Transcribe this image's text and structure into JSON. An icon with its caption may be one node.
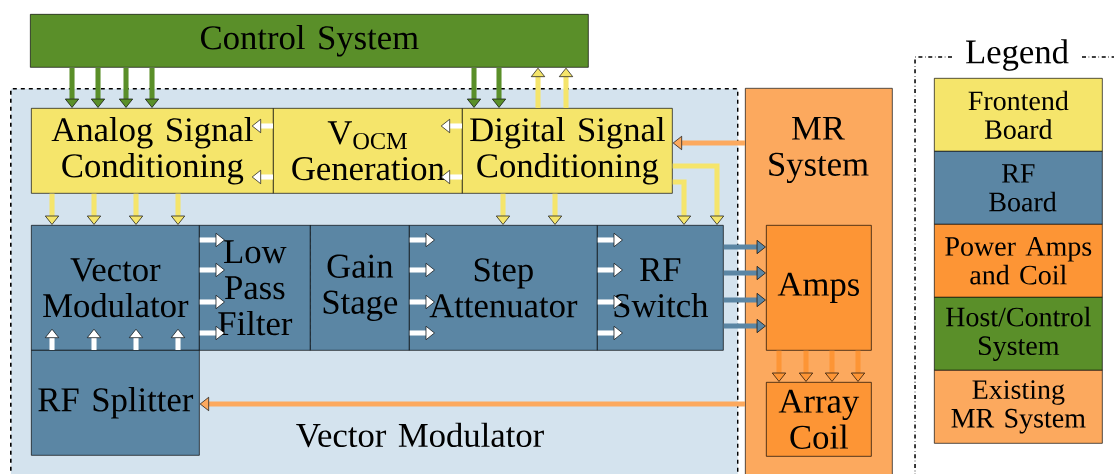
{
  "diagram": {
    "nodes": [
      {
        "text": [
          "Control System"
        ]
      },
      {
        "text": [
          "Vector Modulator"
        ]
      },
      {
        "text": [
          "Analog Signal Conditioning"
        ],
        "in": 1
      },
      {
        "text": [
          "V$_{OCM}$ Generation"
        ],
        "in": 1
      },
      {
        "text": [
          "Digital Signal Conditioning"
        ],
        "in": 1
      },
      {
        "text": [
          "Vector Modulator"
        ],
        "in": 1
      },
      {
        "text": [
          "Low Pass Filter"
        ],
        "in": 1
      },
      {
        "text": [
          "Gain Stage"
        ],
        "in": 1
      },
      {
        "text": [
          "Step Attenuator"
        ],
        "in": 1
      },
      {
        "text": [
          "RF Switch"
        ],
        "in": 1
      },
      {
        "text": [
          "RF Splitter"
        ],
        "in": 1
      },
      {
        "text": [
          "MR System"
        ]
      },
      {
        "text": [
          "Amps"
        ],
        "in": 11
      },
      {
        "text": [
          "Array Coil"
        ],
        "in": 11
      }
    ],
    "edges": [
      {
        "from": 0,
        "to": 2,
        "arrow": "to",
        "color": "#5a8f29"
      },
      {
        "from": 0,
        "to": 2,
        "arrow": "to",
        "color": "#5a8f29"
      },
      {
        "from": 0,
        "to": 2,
        "arrow": "to",
        "color": "#5a8f29"
      },
      {
        "from": 0,
        "to": 2,
        "arrow": "to",
        "color": "#5a8f29"
      },
      {
        "from": 0,
        "to": 4,
        "arrow": "to",
        "color": "#5a8f29"
      },
      {
        "from": 0,
        "to": 4,
        "arrow": "to",
        "color": "#5a8f29"
      },
      {
        "from": 4,
        "to": 0,
        "arrow": "to",
        "color": "#f5e56b"
      },
      {
        "from": 4,
        "to": 0,
        "arrow": "to",
        "color": "#f5e56b"
      },
      {
        "from": 3,
        "to": 2,
        "arrow": "to"
      },
      {
        "from": 3,
        "to": 2,
        "arrow": "to"
      },
      {
        "from": 4,
        "to": 3,
        "arrow": "to"
      },
      {
        "from": 4,
        "to": 3,
        "arrow": "to"
      },
      {
        "from": 11,
        "to": 4,
        "arrow": "to",
        "color": "#fca95e"
      },
      {
        "from": 2,
        "to": 5,
        "arrow": "to",
        "color": "#f5e56b"
      },
      {
        "from": 2,
        "to": 5,
        "arrow": "to",
        "color": "#f5e56b"
      },
      {
        "from": 2,
        "to": 5,
        "arrow": "to",
        "color": "#f5e56b"
      },
      {
        "from": 2,
        "to": 5,
        "arrow": "to",
        "color": "#f5e56b"
      },
      {
        "from": 4,
        "to": 8,
        "arrow": "to",
        "color": "#f5e56b"
      },
      {
        "from": 4,
        "to": 8,
        "arrow": "to",
        "color": "#f5e56b"
      },
      {
        "from": 4,
        "to": 9,
        "arrow": "to",
        "color": "#f5e56b"
      },
      {
        "from": 4,
        "to": 9,
        "arrow": "to",
        "color": "#f5e56b"
      },
      {
        "from": 5,
        "to": 6,
        "arrow": "to"
      },
      {
        "from": 5,
        "to": 6,
        "arrow": "to"
      },
      {
        "from": 5,
        "to": 6,
        "arrow": "to"
      },
      {
        "from": 5,
        "to": 6,
        "arrow": "to"
      },
      {
        "from": 7,
        "to": 8,
        "arrow": "to"
      },
      {
        "from": 7,
        "to": 8,
        "arrow": "to"
      },
      {
        "from": 7,
        "to": 8,
        "arrow": "to"
      },
      {
        "from": 7,
        "to": 8,
        "arrow": "to"
      },
      {
        "from": 8,
        "to": 9,
        "arrow": "to"
      },
      {
        "from": 8,
        "to": 9,
        "arrow": "to"
      },
      {
        "from": 8,
        "to": 9,
        "arrow": "to"
      },
      {
        "from": 8,
        "to": 9,
        "arrow": "to"
      },
      {
        "from": 9,
        "to": 12,
        "arrow": "to",
        "color": "#5b86a4"
      },
      {
        "from": 9,
        "to": 12,
        "arrow": "to",
        "color": "#5b86a4"
      },
      {
        "from": 9,
        "to": 12,
        "arrow": "to",
        "color": "#5b86a4"
      },
      {
        "from": 9,
        "to": 12,
        "arrow": "to",
        "color": "#5b86a4"
      },
      {
        "from": 12,
        "to": 13,
        "arrow": "to",
        "color": "#fd9535"
      },
      {
        "from": 12,
        "to": 13,
        "arrow": "to",
        "color": "#fd9535"
      },
      {
        "from": 12,
        "to": 13,
        "arrow": "to",
        "color": "#fd9535"
      },
      {
        "from": 12,
        "to": 13,
        "arrow": "to",
        "color": "#fd9535"
      },
      {
        "from": 10,
        "to": 5,
        "arrow": "to"
      },
      {
        "from": 10,
        "to": 5,
        "arrow": "to"
      },
      {
        "from": 10,
        "to": 5,
        "arrow": "to"
      },
      {
        "from": 10,
        "to": 5,
        "arrow": "to"
      },
      {
        "from": 11,
        "to": 10,
        "arrow": "to",
        "color": "#fca95e"
      }
    ],
    "labels": [
      "Legend"
    ],
    "legend": [
      {
        "text": "Frontend Board",
        "color": "#f5e56b"
      },
      {
        "text": "RF Board",
        "color": "#5b86a4"
      },
      {
        "text": "Power Amps and Coil",
        "color": "#fd9535"
      },
      {
        "text": "Host/Control System",
        "color": "#5a8f29"
      },
      {
        "text": "Existing MR System",
        "color": "#fca95e"
      }
    ]
  }
}
